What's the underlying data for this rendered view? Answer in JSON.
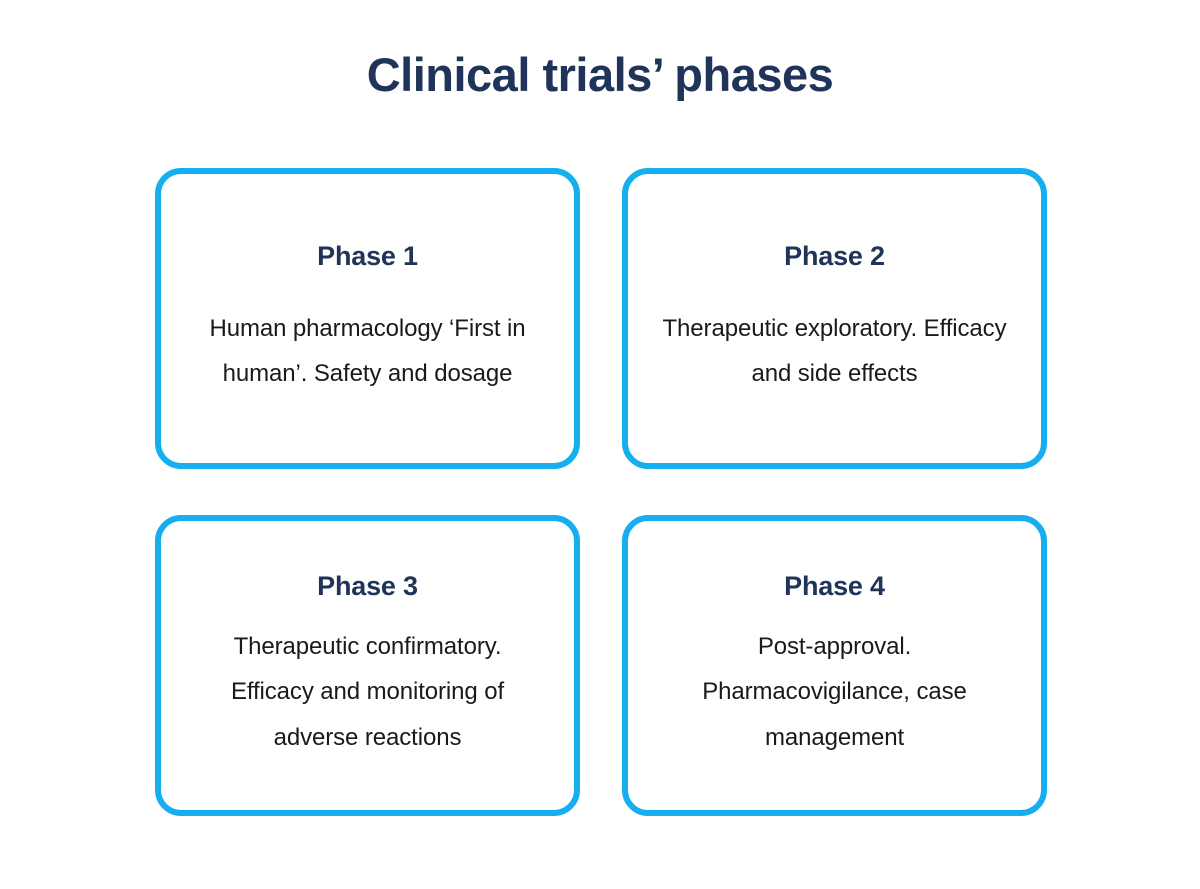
{
  "title": "Clinical trials’ phases",
  "theme": {
    "background": "#FFFFFF",
    "card_border": "#16AEEF",
    "heading_color": "#20345A",
    "body_color": "#1A1A1A"
  },
  "cards": [
    {
      "heading": "Phase 1",
      "body": "Human pharmacology ‘First in human’. Safety and dosage",
      "lines": 2
    },
    {
      "heading": "Phase 2",
      "body": "Therapeutic exploratory. Efficacy and side effects",
      "lines": 2
    },
    {
      "heading": "Phase 3",
      "body": "Therapeutic confirmatory. Efficacy and monitoring of adverse reactions",
      "lines": 3
    },
    {
      "heading": "Phase 4",
      "body": "Post-approval. Pharmacovigilance, case management",
      "lines": 3
    }
  ]
}
